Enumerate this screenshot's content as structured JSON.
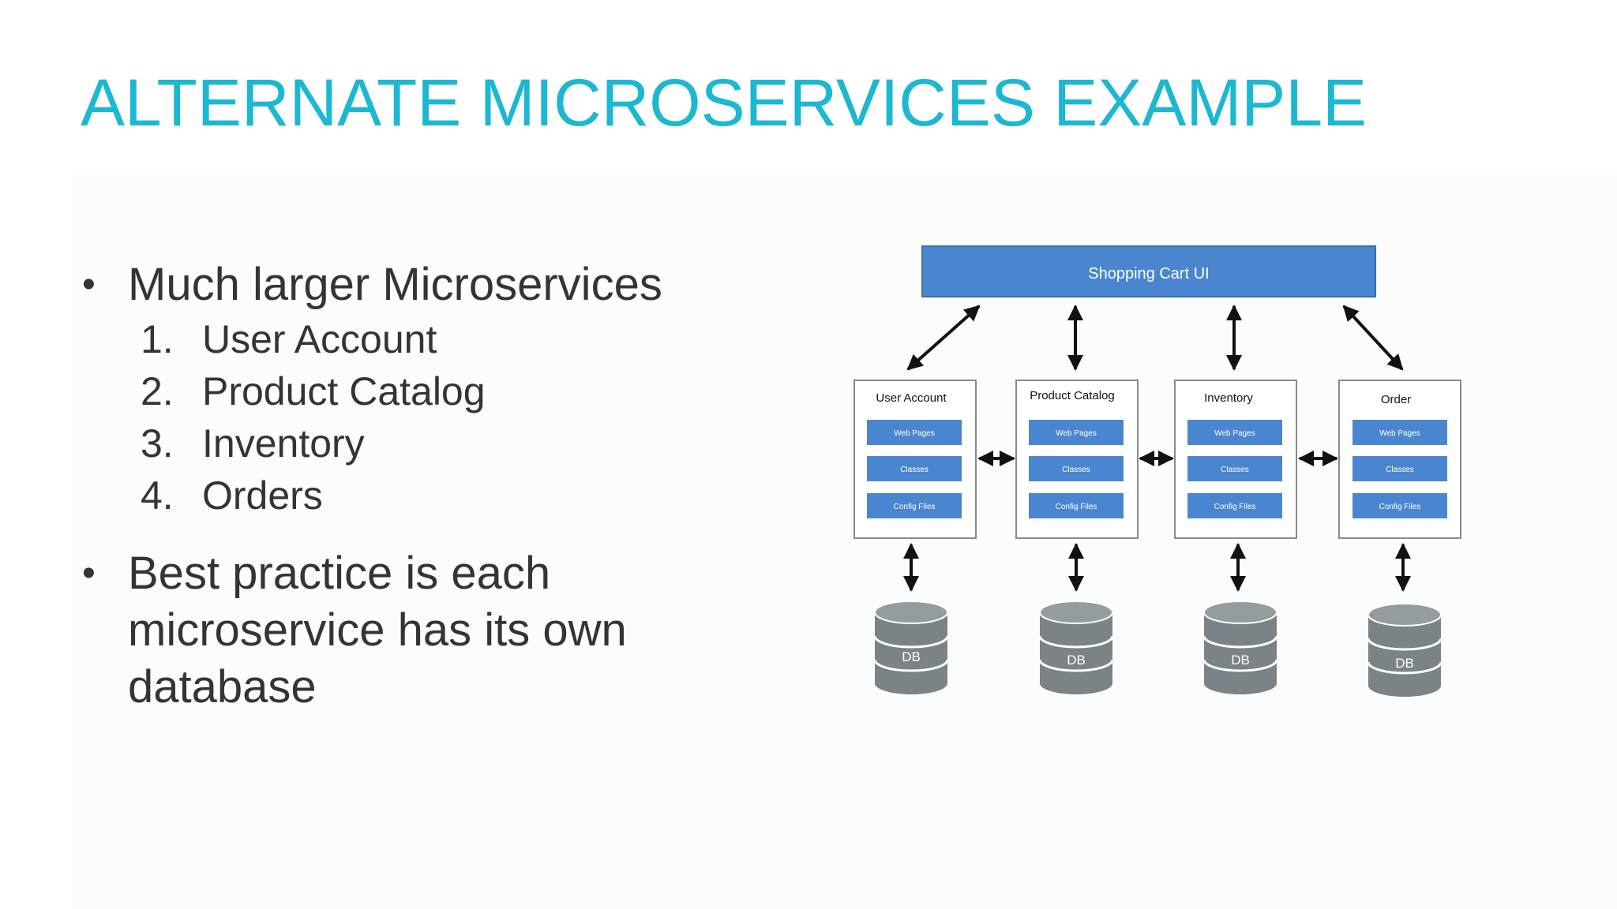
{
  "slide": {
    "title": "ALTERNATE MICROSERVICES EXAMPLE"
  },
  "bullets": [
    {
      "text": "Much larger Microservices",
      "subitems": [
        {
          "num": "1.",
          "text": "User Account"
        },
        {
          "num": "2.",
          "text": "Product Catalog"
        },
        {
          "num": "3.",
          "text": "Inventory"
        },
        {
          "num": "4.",
          "text": "Orders"
        }
      ]
    },
    {
      "text": "Best practice is each microservice has its own database"
    }
  ],
  "diagram": {
    "ui_label": "Shopping Cart UI",
    "services": [
      {
        "name": "User Account",
        "layers": [
          "Web Pages",
          "Classes",
          "Config Files"
        ],
        "db": "DB"
      },
      {
        "name": "Product Catalog",
        "layers": [
          "Web Pages",
          "Classes",
          "Config Files"
        ],
        "db": "DB"
      },
      {
        "name": "Inventory",
        "layers": [
          "Web Pages",
          "Classes",
          "Config Files"
        ],
        "db": "DB"
      },
      {
        "name": "Order",
        "layers": [
          "Web Pages",
          "Classes",
          "Config Files"
        ],
        "db": "DB"
      }
    ]
  },
  "colors": {
    "title": "#1cb8d2",
    "text": "#333338",
    "ui_bar": "#4a86cf",
    "layer_box": "#4a86cf",
    "db": "#7b8387"
  }
}
